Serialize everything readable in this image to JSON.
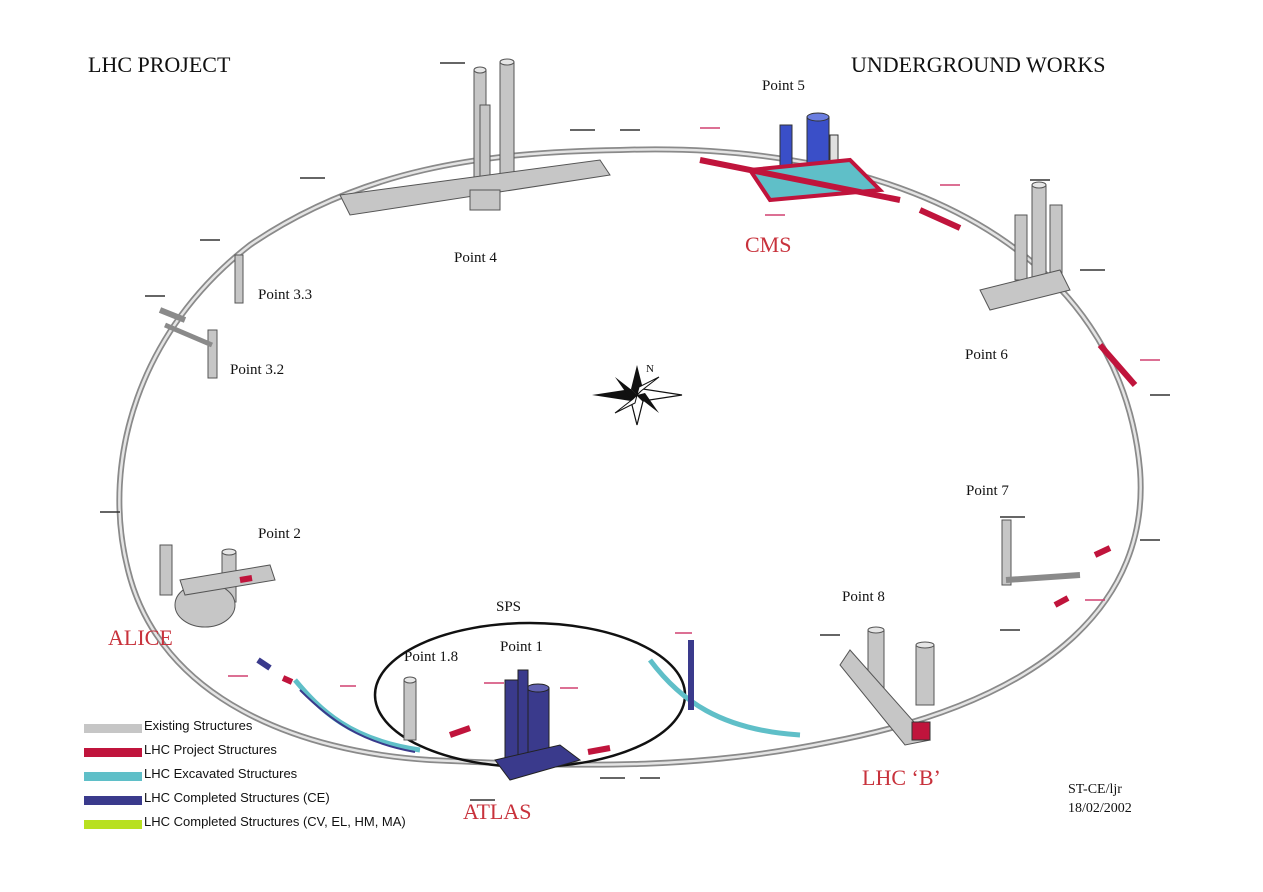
{
  "header": {
    "left_title": "LHC PROJECT",
    "right_title": "UNDERGROUND WORKS"
  },
  "points": {
    "point5": "Point 5",
    "point4": "Point 4",
    "point3_3": "Point 3.3",
    "point3_2": "Point 3.2",
    "point6": "Point 6",
    "point7": "Point 7",
    "point2": "Point 2",
    "point8": "Point 8",
    "point1": "Point 1",
    "point1_8": "Point 1.8",
    "sps": "SPS"
  },
  "experiments": {
    "cms": "CMS",
    "alice": "ALICE",
    "atlas": "ATLAS",
    "lhcb": "LHC ‘B’"
  },
  "compass": {
    "north": "N"
  },
  "legend": {
    "items": [
      {
        "label": "Existing Structures",
        "color": "#c6c6c6"
      },
      {
        "label": "LHC Project Structures",
        "color": "#c0143c"
      },
      {
        "label": "LHC Excavated Structures",
        "color": "#5fbfc8"
      },
      {
        "label": "LHC Completed Structures (CE)",
        "color": "#3a3a8c"
      },
      {
        "label": "LHC Completed Structures (CV, EL, HM, MA)",
        "color": "#b8e020"
      }
    ]
  },
  "credit": {
    "author": "ST-CE/ljr",
    "date": "18/02/2002"
  },
  "colors": {
    "existing": "#c6c6c6",
    "project": "#c0143c",
    "excavated": "#5fbfc8",
    "completed": "#3a3a8c",
    "experiment_label": "#c8323c"
  }
}
